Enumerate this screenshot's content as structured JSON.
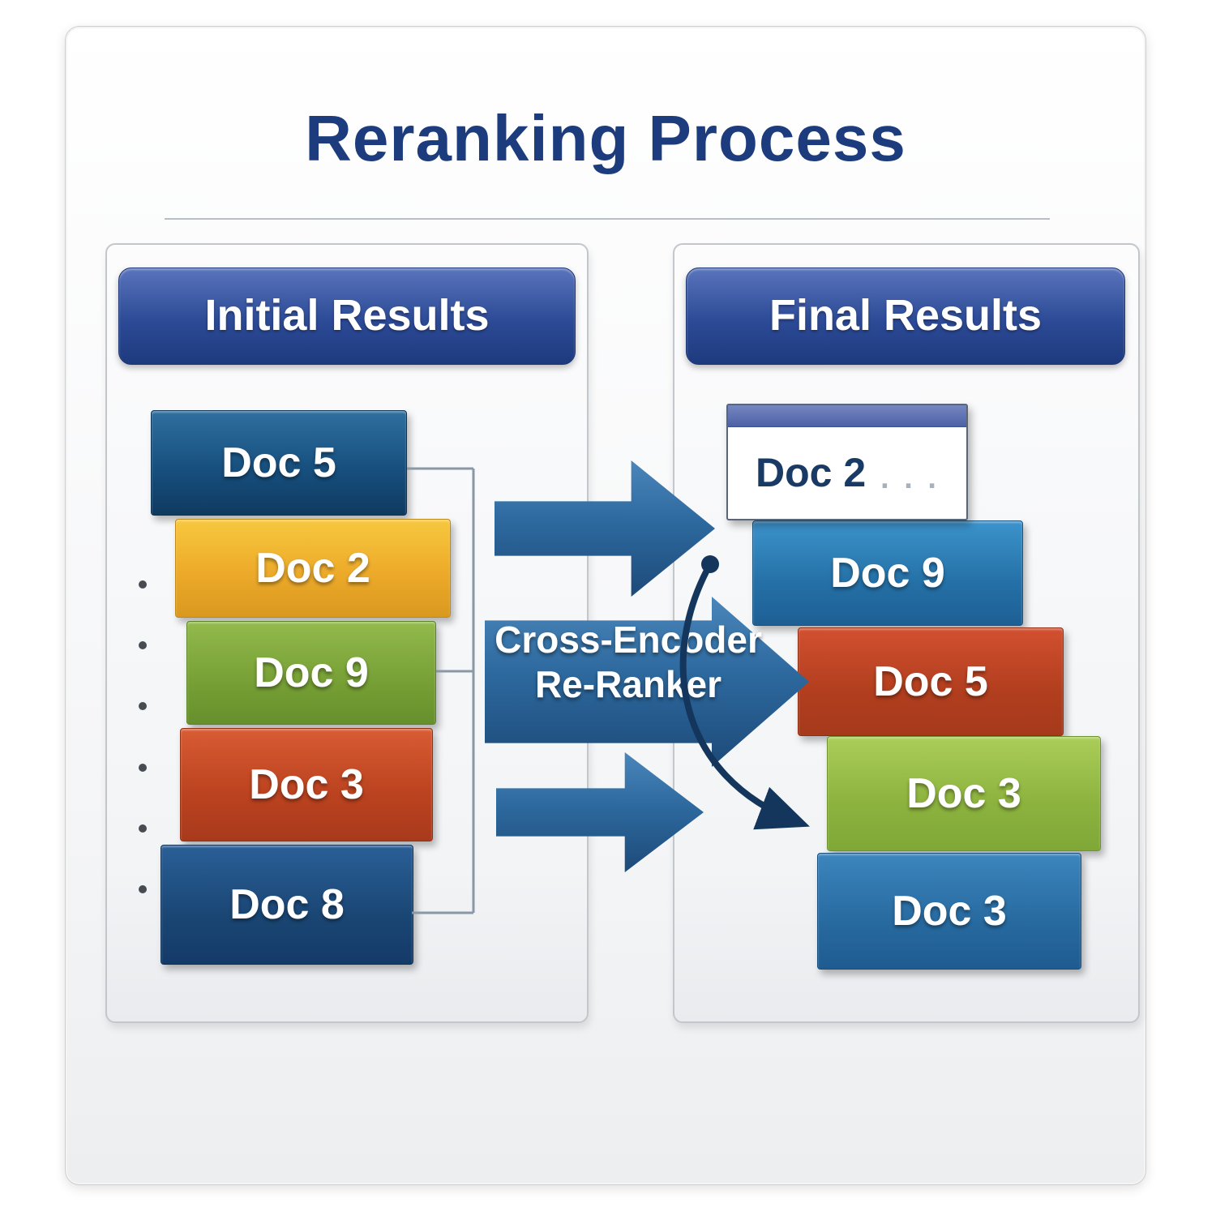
{
  "title": "Reranking Process",
  "left_panel": {
    "header": "Initial Results",
    "docs": [
      {
        "label": "Doc 5",
        "color": "#17507f"
      },
      {
        "label": "Doc 2",
        "color": "#edaa2a"
      },
      {
        "label": "Doc 9",
        "color": "#769f35"
      },
      {
        "label": "Doc 3",
        "color": "#bb421f"
      },
      {
        "label": "Doc 8",
        "color": "#1a4674"
      }
    ],
    "ellipsis_dot_count": 6
  },
  "reranker": {
    "label_line1": "Cross-Encoder",
    "label_line2": "Re-Ranker",
    "arrow_color": "#2d699e"
  },
  "right_panel": {
    "header": "Final Results",
    "docs": [
      {
        "label": "Doc 2",
        "suffix": ". . .",
        "color": "#ffffff"
      },
      {
        "label": "Doc 9",
        "color": "#2470a6"
      },
      {
        "label": "Doc 5",
        "color": "#b13e1e"
      },
      {
        "label": "Doc 3",
        "color": "#8cb23e"
      },
      {
        "label": "Doc 3",
        "color": "#276aa0"
      }
    ]
  },
  "palette": {
    "title_color": "#1d3c7d",
    "banner_color": "#2c4a96",
    "connector_color": "#14365c"
  }
}
